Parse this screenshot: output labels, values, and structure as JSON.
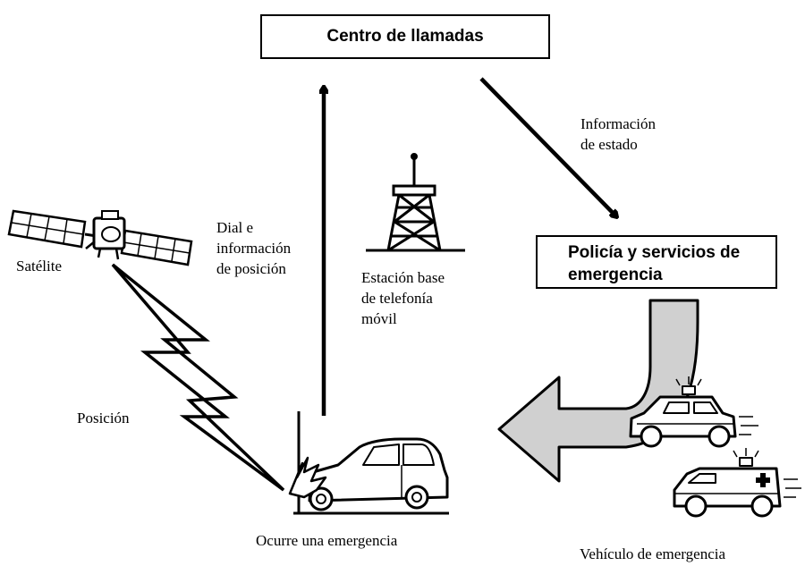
{
  "nodes": {
    "call_center": "Centro de llamadas",
    "police_line1": "Policía y servicios de",
    "police_line2": "emergencia",
    "satellite": "Satélite",
    "dial_line1": "Dial e",
    "dial_line2": "información",
    "dial_line3": "de posición",
    "status_line1": "Información",
    "status_line2": "de estado",
    "station_line1": "Estación base",
    "station_line2": "de telefonía",
    "station_line3": "móvil",
    "position": "Posición",
    "emergency": "Ocurre una emergencia",
    "emergency_vehicle": "Vehículo de emergencia"
  },
  "colors": {
    "line": "#000000",
    "big_arrow_fill": "#d0d0d0"
  }
}
